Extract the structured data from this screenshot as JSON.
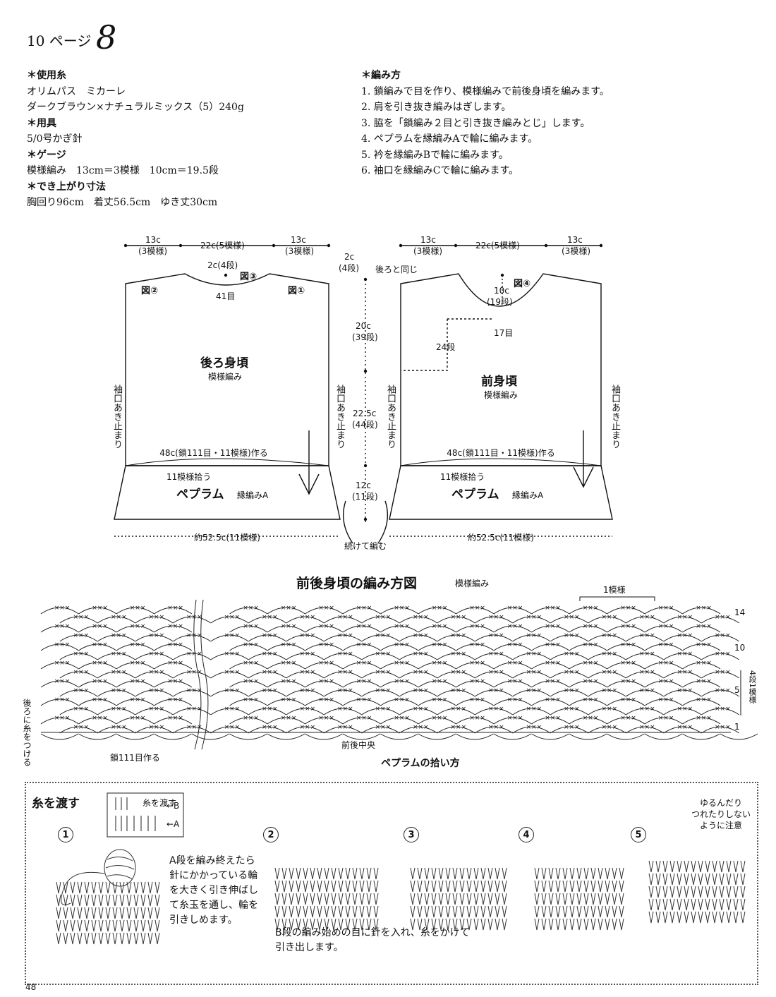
{
  "header": {
    "page_ref": "10 ページ",
    "pattern_no": "8"
  },
  "materials": {
    "yarn_heading": "＊使用糸",
    "yarn_line1": "オリムパス　ミカーレ",
    "yarn_line2": "ダークブラウン×ナチュラルミックス（5）240g",
    "tools_heading": "＊用具",
    "tools_line": "5/0号かぎ針",
    "gauge_heading": "＊ゲージ",
    "gauge_line": "模様編み　13cm＝3模様　10cm＝19.5段",
    "size_heading": "＊でき上がり寸法",
    "size_line": "胸回り96cm　着丈56.5cm　ゆき丈30cm"
  },
  "instructions": {
    "heading": "＊編み方",
    "steps": [
      "1. 鎖編みで目を作り、模様編みで前後身頃を編みます。",
      "2. 肩を引き抜き編みはぎします。",
      "3. 脇を「鎖編み２目と引き抜き編みとじ」します。",
      "4. ペプラムを縁編みAで輪に編みます。",
      "5. 衿を縁編みBで輪に編みます。",
      "6. 袖口を縁編みCで輪に編みます。"
    ]
  },
  "schematic": {
    "back": {
      "top_left": "13c",
      "top_left_sub": "(3模様)",
      "top_mid": "22c(5模様)",
      "top_right": "13c",
      "top_right_sub": "(3模様)",
      "neck_depth": "2c(4段)",
      "fig3": "図③",
      "fig2": "図②",
      "fig1": "図①",
      "neck_sts": "41目",
      "title": "後ろ身頃",
      "stitch": "模様編み",
      "armhole_left": "袖口あき止まり",
      "armhole_right": "袖口あき止まり",
      "foundation": "48c(鎖111目・11模様)作る",
      "pickup": "11模様拾う",
      "peplum": "ペプラム",
      "peplum_stitch": "縁編みA",
      "bottom": "約52.5c(11模様)"
    },
    "center": {
      "shoulder": "2c",
      "shoulder_sub": "(4段)",
      "upper": "20c",
      "upper_sub": "(39段)",
      "lower": "22.5c",
      "lower_sub": "(44段)",
      "peplum_h": "12c",
      "peplum_h_sub": "(11段)",
      "continue": "続けて編む"
    },
    "front": {
      "top_left": "13c",
      "top_left_sub": "(3模様)",
      "top_mid": "22c(5模様)",
      "top_right": "13c",
      "top_right_sub": "(3模様)",
      "same_as_back": "後ろと同じ",
      "neck_depth": "10c",
      "neck_depth_sub": "(19段)",
      "fig4": "図④",
      "neck_sts": "17目",
      "neck_rows": "24段",
      "title": "前身頃",
      "stitch": "模様編み",
      "armhole_left": "袖口あき止まり",
      "armhole_right": "袖口あき止まり",
      "foundation": "48c(鎖111目・11模様)作る",
      "pickup": "11模様拾う",
      "peplum": "ペプラム",
      "peplum_stitch": "縁編みA",
      "bottom": "約52.5c(11模様)"
    }
  },
  "chart": {
    "title": "前後身頃の編み方図",
    "subtitle": "模様編み",
    "repeat": "1模様",
    "row_labels": [
      "14",
      "10",
      "5",
      "1"
    ],
    "repeat_rows": "4段1模様",
    "join_back": "後ろに糸をつける",
    "chain_start": "鎖111目作る",
    "center": "前後中央",
    "peplum_pickup": "ペプラムの拾い方"
  },
  "tip": {
    "title": "糸を渡す",
    "legend_label": "糸を渡す",
    "legend_b": "←B",
    "legend_a": "←A",
    "step_nums": [
      "1",
      "2",
      "3",
      "4",
      "5"
    ],
    "text1": [
      "A段を編み終えたら",
      "針にかかっている輪",
      "を大きく引き伸ばし",
      "て糸玉を通し、輪を",
      "引きしめます。"
    ],
    "text2": [
      "B段の編み始めの目に針を入れ、糸をかけて",
      "引き出します。"
    ],
    "note": [
      "ゆるんだり",
      "つれたりしない",
      "ように注意"
    ]
  },
  "page_number": "48"
}
